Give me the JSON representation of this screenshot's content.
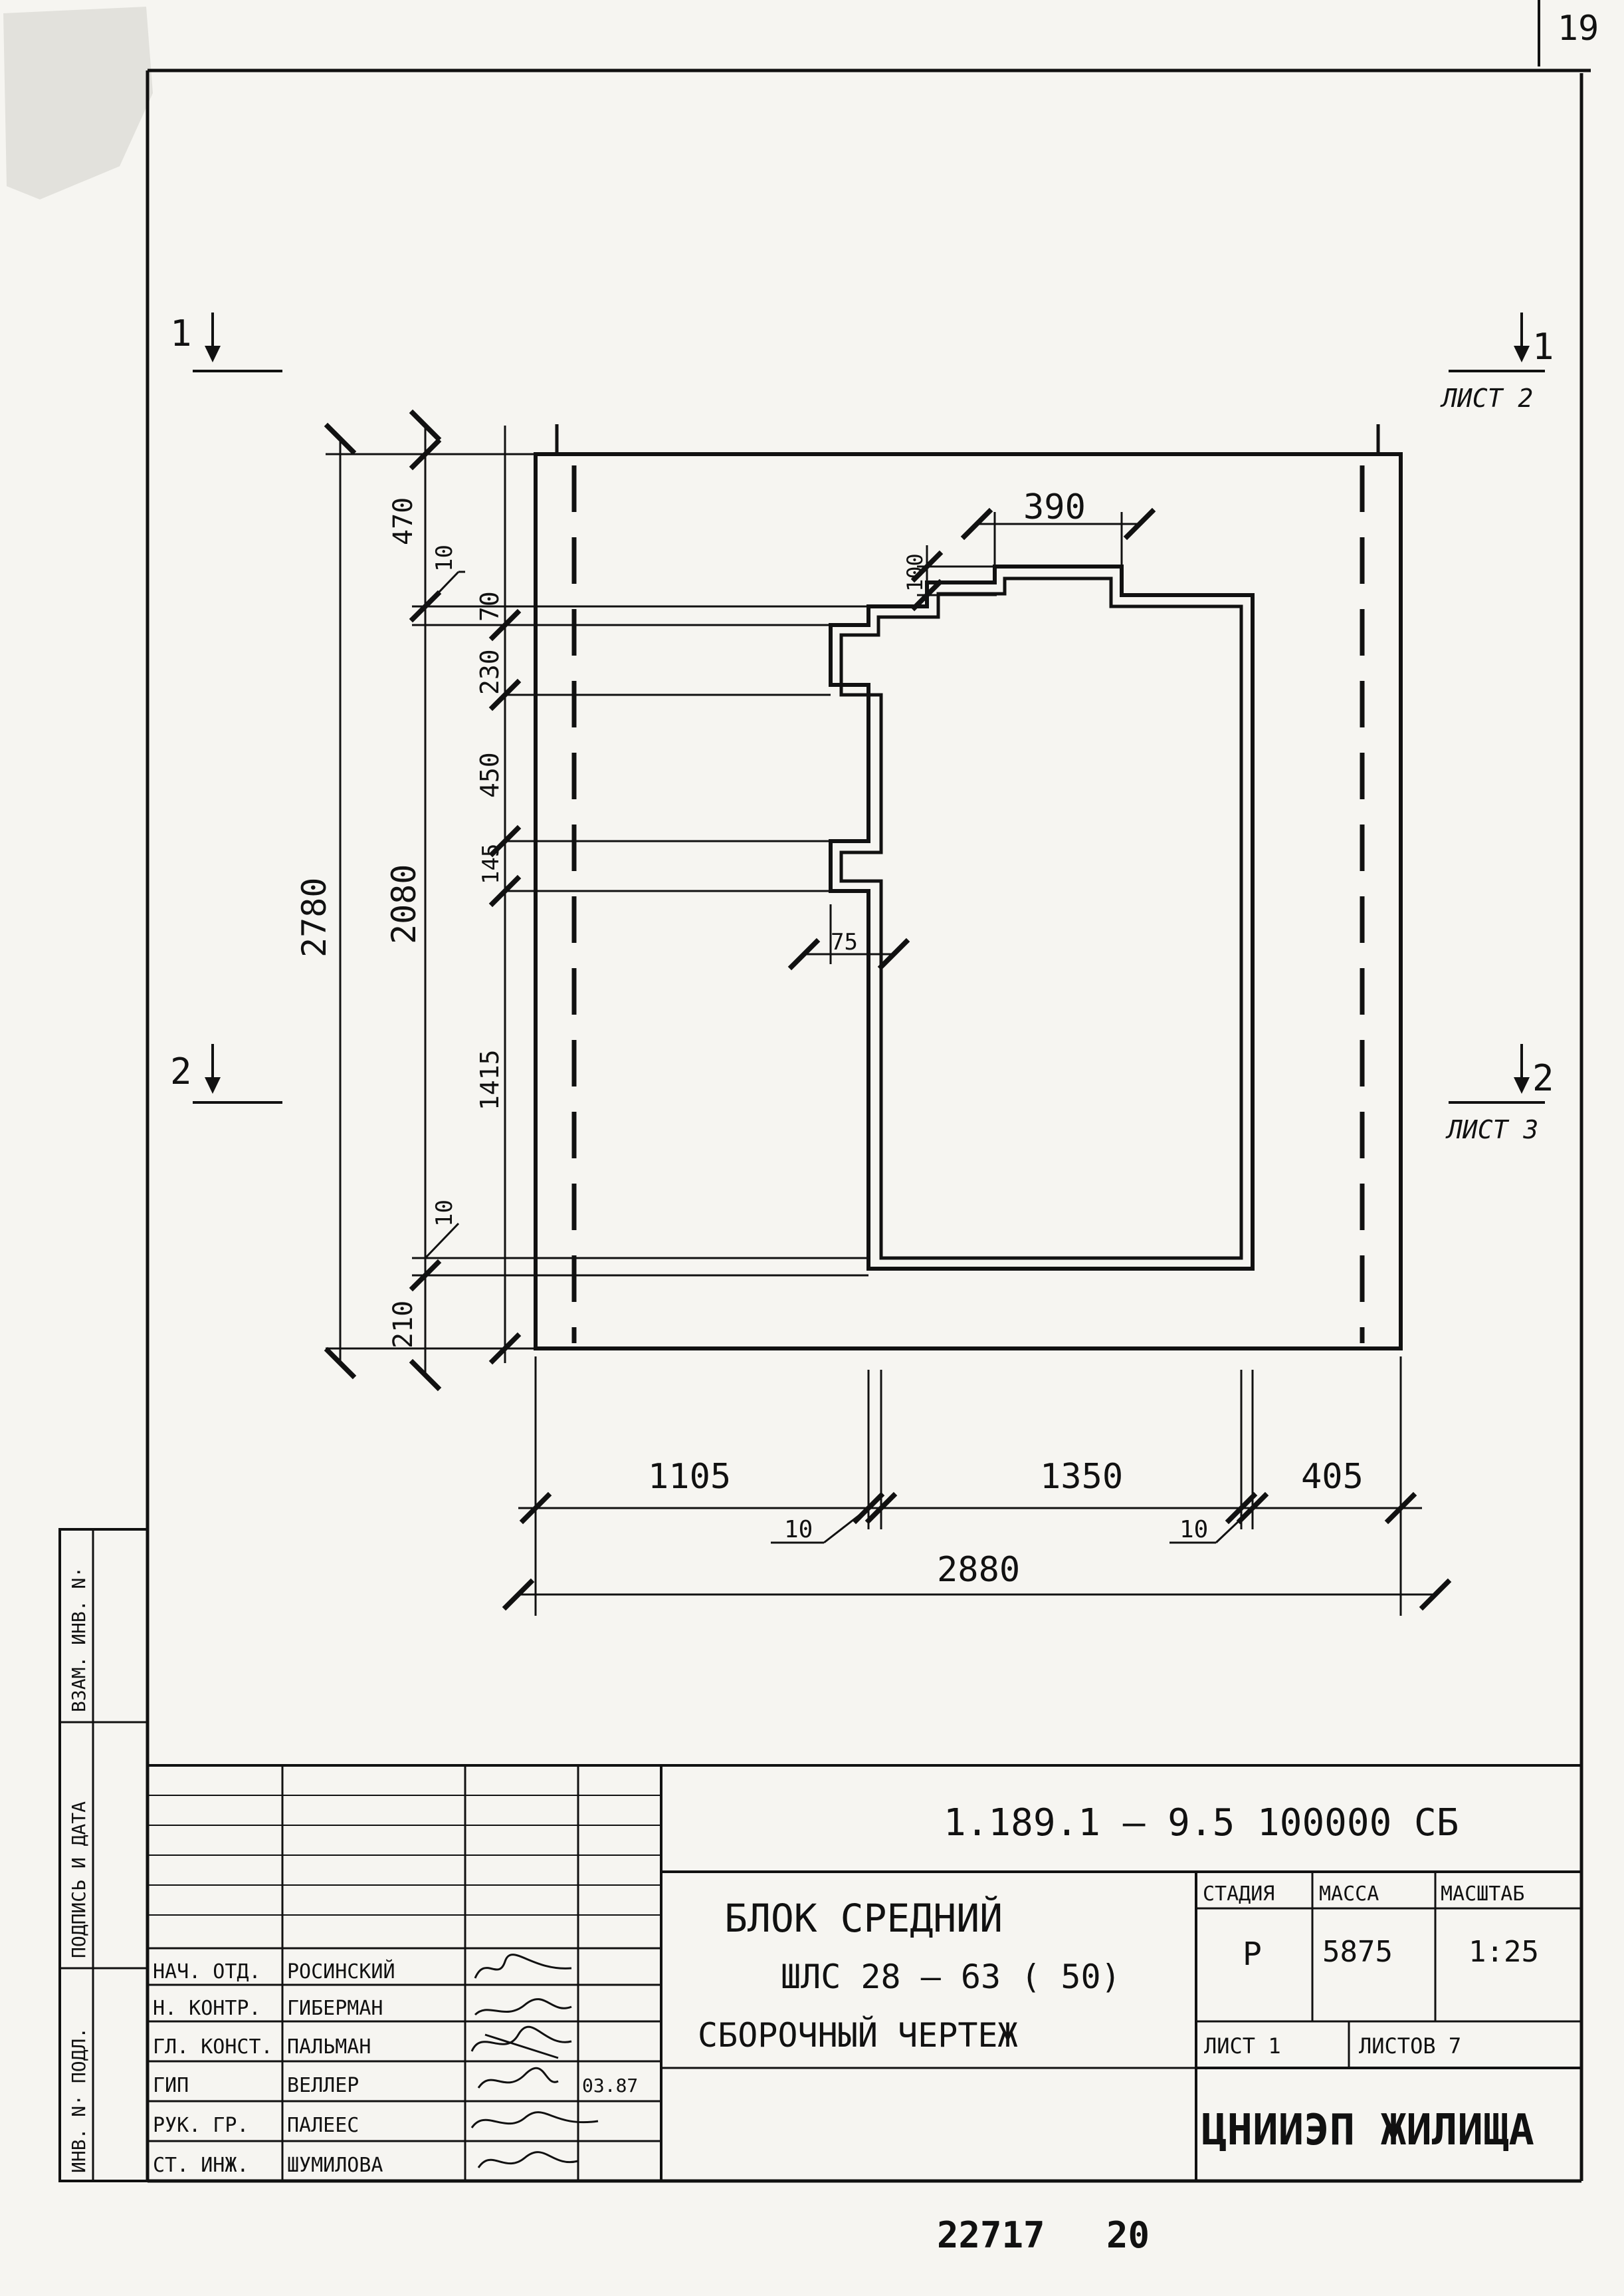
{
  "page_number": "19",
  "sections": {
    "s1_left": "1",
    "s1_right": "1",
    "s1_sheet": "ЛИСТ 2",
    "s2_left": "2",
    "s2_right": "2",
    "s2_sheet": "ЛИСТ 3"
  },
  "dimensions": {
    "total_height": "2780",
    "opening_zone": "2080",
    "top_margin": "470",
    "bottom_margin": "210",
    "seg_70": "70",
    "seg_230": "230",
    "seg_450": "450",
    "seg_145": "145",
    "seg_1415": "1415",
    "off_10_top": "10",
    "off_10_bottom": "10",
    "top_width": "390",
    "top_step": "100",
    "recess": "75",
    "left_width": "1105",
    "middle_width": "1350",
    "right_width": "405",
    "total_width": "2880",
    "off_10_left": "10",
    "off_10_right": "10"
  },
  "side_stamp": {
    "inv_podl": "ИНВ. N· ПОДЛ.",
    "signature_date": "ПОДПИСЬ И ДАТА",
    "vzam_inv": "ВЗАМ. ИНВ. N·"
  },
  "title_block": {
    "doc_code": "1.189.1 – 9.5  100000 СБ",
    "title_line1": "БЛОК СРЕДНИЙ",
    "title_line2": "ШЛС 28 – 63 ( 50)",
    "title_line3": "СБОРОЧНЫЙ ЧЕРТЕЖ",
    "stage_label": "СТАДИЯ",
    "mass_label": "МАССА",
    "scale_label": "МАСШТАБ",
    "stage_value": "Р",
    "mass_value": "5875",
    "scale_value": "1:25",
    "sheet": "ЛИСТ 1",
    "sheets_total": "ЛИСТОВ 7",
    "organization": "ЦНИИЭП ЖИЛИЩА",
    "roles": [
      {
        "role": "НАЧ. ОТД.",
        "name": "РОСИНСКИЙ",
        "date": ""
      },
      {
        "role": "Н. КОНТР.",
        "name": "ГИБЕРМАН",
        "date": ""
      },
      {
        "role": "ГЛ. КОНСТ.",
        "name": "ПАЛЬМАН",
        "date": ""
      },
      {
        "role": "ГИП",
        "name": "ВЕЛЛЕР",
        "date": "03.87"
      },
      {
        "role": "РУК. ГР.",
        "name": "ПАЛЕЕС",
        "date": ""
      },
      {
        "role": "СТ. ИНЖ.",
        "name": "ШУМИЛОВА",
        "date": ""
      }
    ]
  },
  "footer_numbers": {
    "order_number": "22717",
    "copy_number": "20"
  }
}
